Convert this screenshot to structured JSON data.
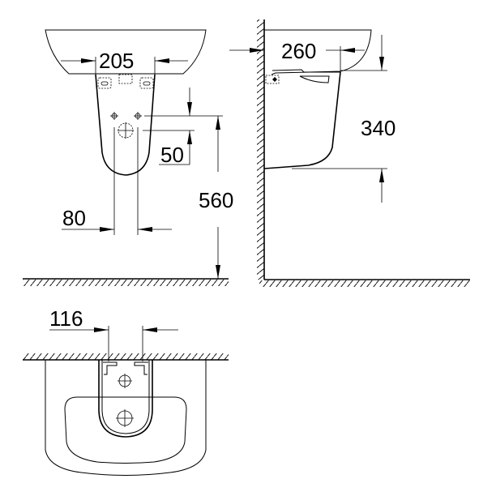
{
  "drawing": {
    "type": "technical-dimension-drawing",
    "subject": "wash basin with half pedestal",
    "views": {
      "front": {
        "dimensions": {
          "basin_mount_width": "205",
          "outlet_offset": "50",
          "pedestal_width": "80",
          "height_from_floor": "560"
        }
      },
      "side": {
        "dimensions": {
          "projection_from_wall": "260",
          "pedestal_height": "340"
        }
      },
      "top": {
        "dimensions": {
          "pedestal_wall_width": "116"
        }
      }
    },
    "colors": {
      "line": "#000000",
      "background": "#ffffff"
    }
  }
}
